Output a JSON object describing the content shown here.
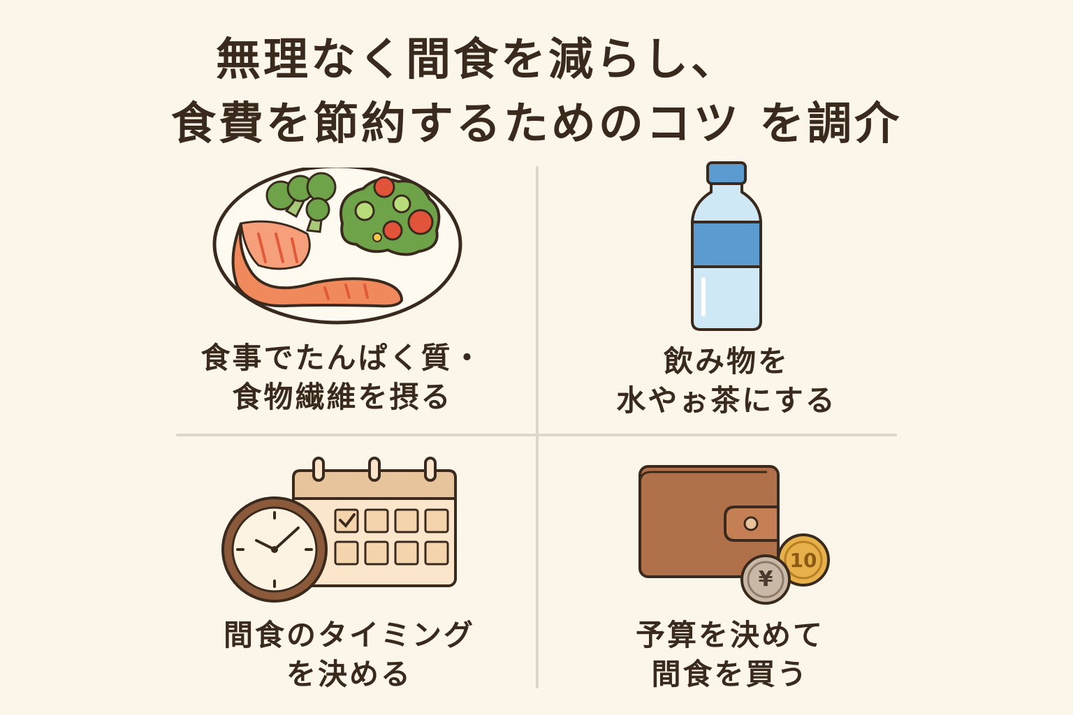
{
  "title": {
    "line1": "無理なく間食を減らし、",
    "line2": "食費を節約するためのコツ を調介"
  },
  "tips": [
    {
      "icon": "plate-salmon-salad-icon",
      "line1": "食事でたんぱく質・",
      "line2": "食物繊維を摂る"
    },
    {
      "icon": "water-bottle-icon",
      "line1": "飲み物を",
      "line2": "水やぉ茶にする"
    },
    {
      "icon": "clock-calendar-icon",
      "line1": "間食のタイミング",
      "line2": "を決める"
    },
    {
      "icon": "wallet-coins-icon",
      "line1": "予算を決めて",
      "line2": "間食を買う"
    }
  ],
  "coins": {
    "yen_symbol": "¥",
    "ten": "10"
  },
  "colors": {
    "background": "#fcf6ea",
    "outline": "#3a2a1e",
    "salmon": "#f08a5d",
    "broccoli": "#6ea34a",
    "bottle_label": "#5b9bcf",
    "bottle_body": "#cfe8f5",
    "calendar_header": "#e8c49c",
    "calendar_body": "#fbe6cc",
    "clock_rim": "#8b5a3a",
    "wallet": "#b0704a",
    "coin_gold": "#e8b04a",
    "coin_silver": "#c9b8a6"
  }
}
